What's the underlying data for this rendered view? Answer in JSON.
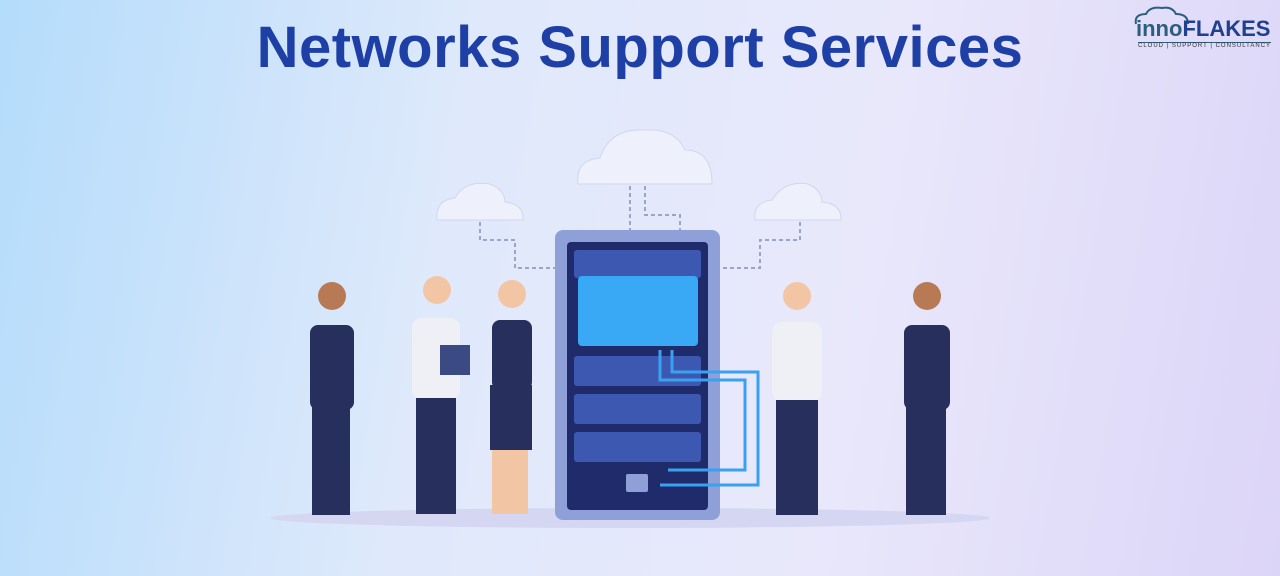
{
  "header": {
    "title": "Networks Support Services"
  },
  "logo": {
    "name_part1": "inno",
    "name_part2": "FLAKES",
    "tagline": "CLOUD | SUPPORT | CONSULTANCY"
  },
  "colors": {
    "title": "#1e40a6",
    "server": "#4a5fa8",
    "accent": "#3aa0f0"
  }
}
